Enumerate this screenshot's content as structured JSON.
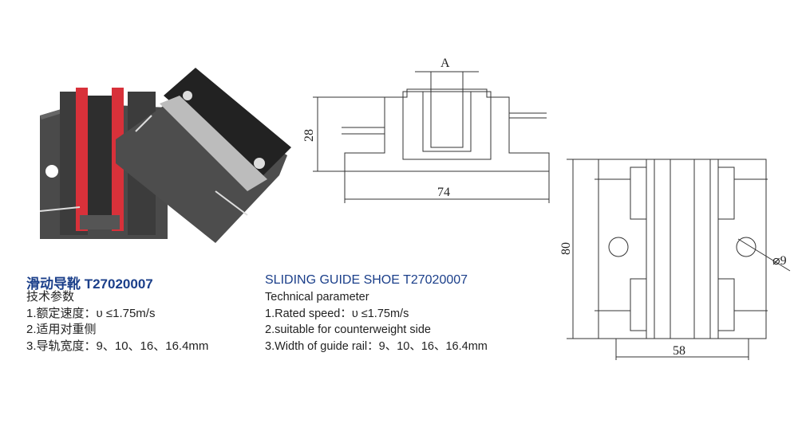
{
  "product": {
    "title_cn": "滑动导靴  T27020007",
    "title_en": "SLIDING GUIDE SHOE T27020007"
  },
  "specs_cn": {
    "heading": "技术参数",
    "items": [
      "1.额定速度：υ ≤1.75m/s",
      "2.适用对重侧",
      "3.导轨宽度：9、10、16、16.4mm"
    ]
  },
  "specs_en": {
    "heading": "Technical parameter",
    "items": [
      "1.Rated speed：υ ≤1.75m/s",
      "2.suitable for counterweight side",
      "3.Width of guide rail：9、10、16、16.4mm"
    ]
  },
  "drawing_front": {
    "dim_a": "A",
    "dim_height": "28",
    "dim_width": "74"
  },
  "drawing_side": {
    "dim_height": "80",
    "dim_width": "58",
    "dim_hole": "⌀9"
  },
  "colors": {
    "title": "#1b3f8a",
    "liner": "#d8313a",
    "body": "#3a3a3a"
  }
}
